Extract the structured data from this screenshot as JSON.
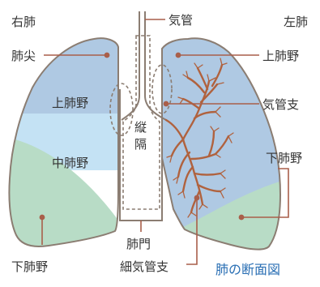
{
  "title": "肺の断面図",
  "labels": {
    "right_lung": "右肺",
    "left_lung": "左肺",
    "trachea": "気管",
    "apex": "肺尖",
    "upper_lobe_left": "上肺野",
    "upper_lobe_right": "上肺野",
    "middle_lobe": "中肺野",
    "mediastinum_1": "縦",
    "mediastinum_2": "隔",
    "bronchus": "気管支",
    "lower_lobe_right": "下肺野",
    "lower_lobe_left": "下肺野",
    "hilum": "肺門",
    "bronchiole": "細気管支"
  },
  "colors": {
    "upper_zone": "#afc9e3",
    "middle_zone": "#c4e2f4",
    "lower_zone": "#b8dcc6",
    "outline": "#8b7d72",
    "leader": "#a95f4a",
    "airway": "#b0623e",
    "title": "#2a6fb4"
  }
}
